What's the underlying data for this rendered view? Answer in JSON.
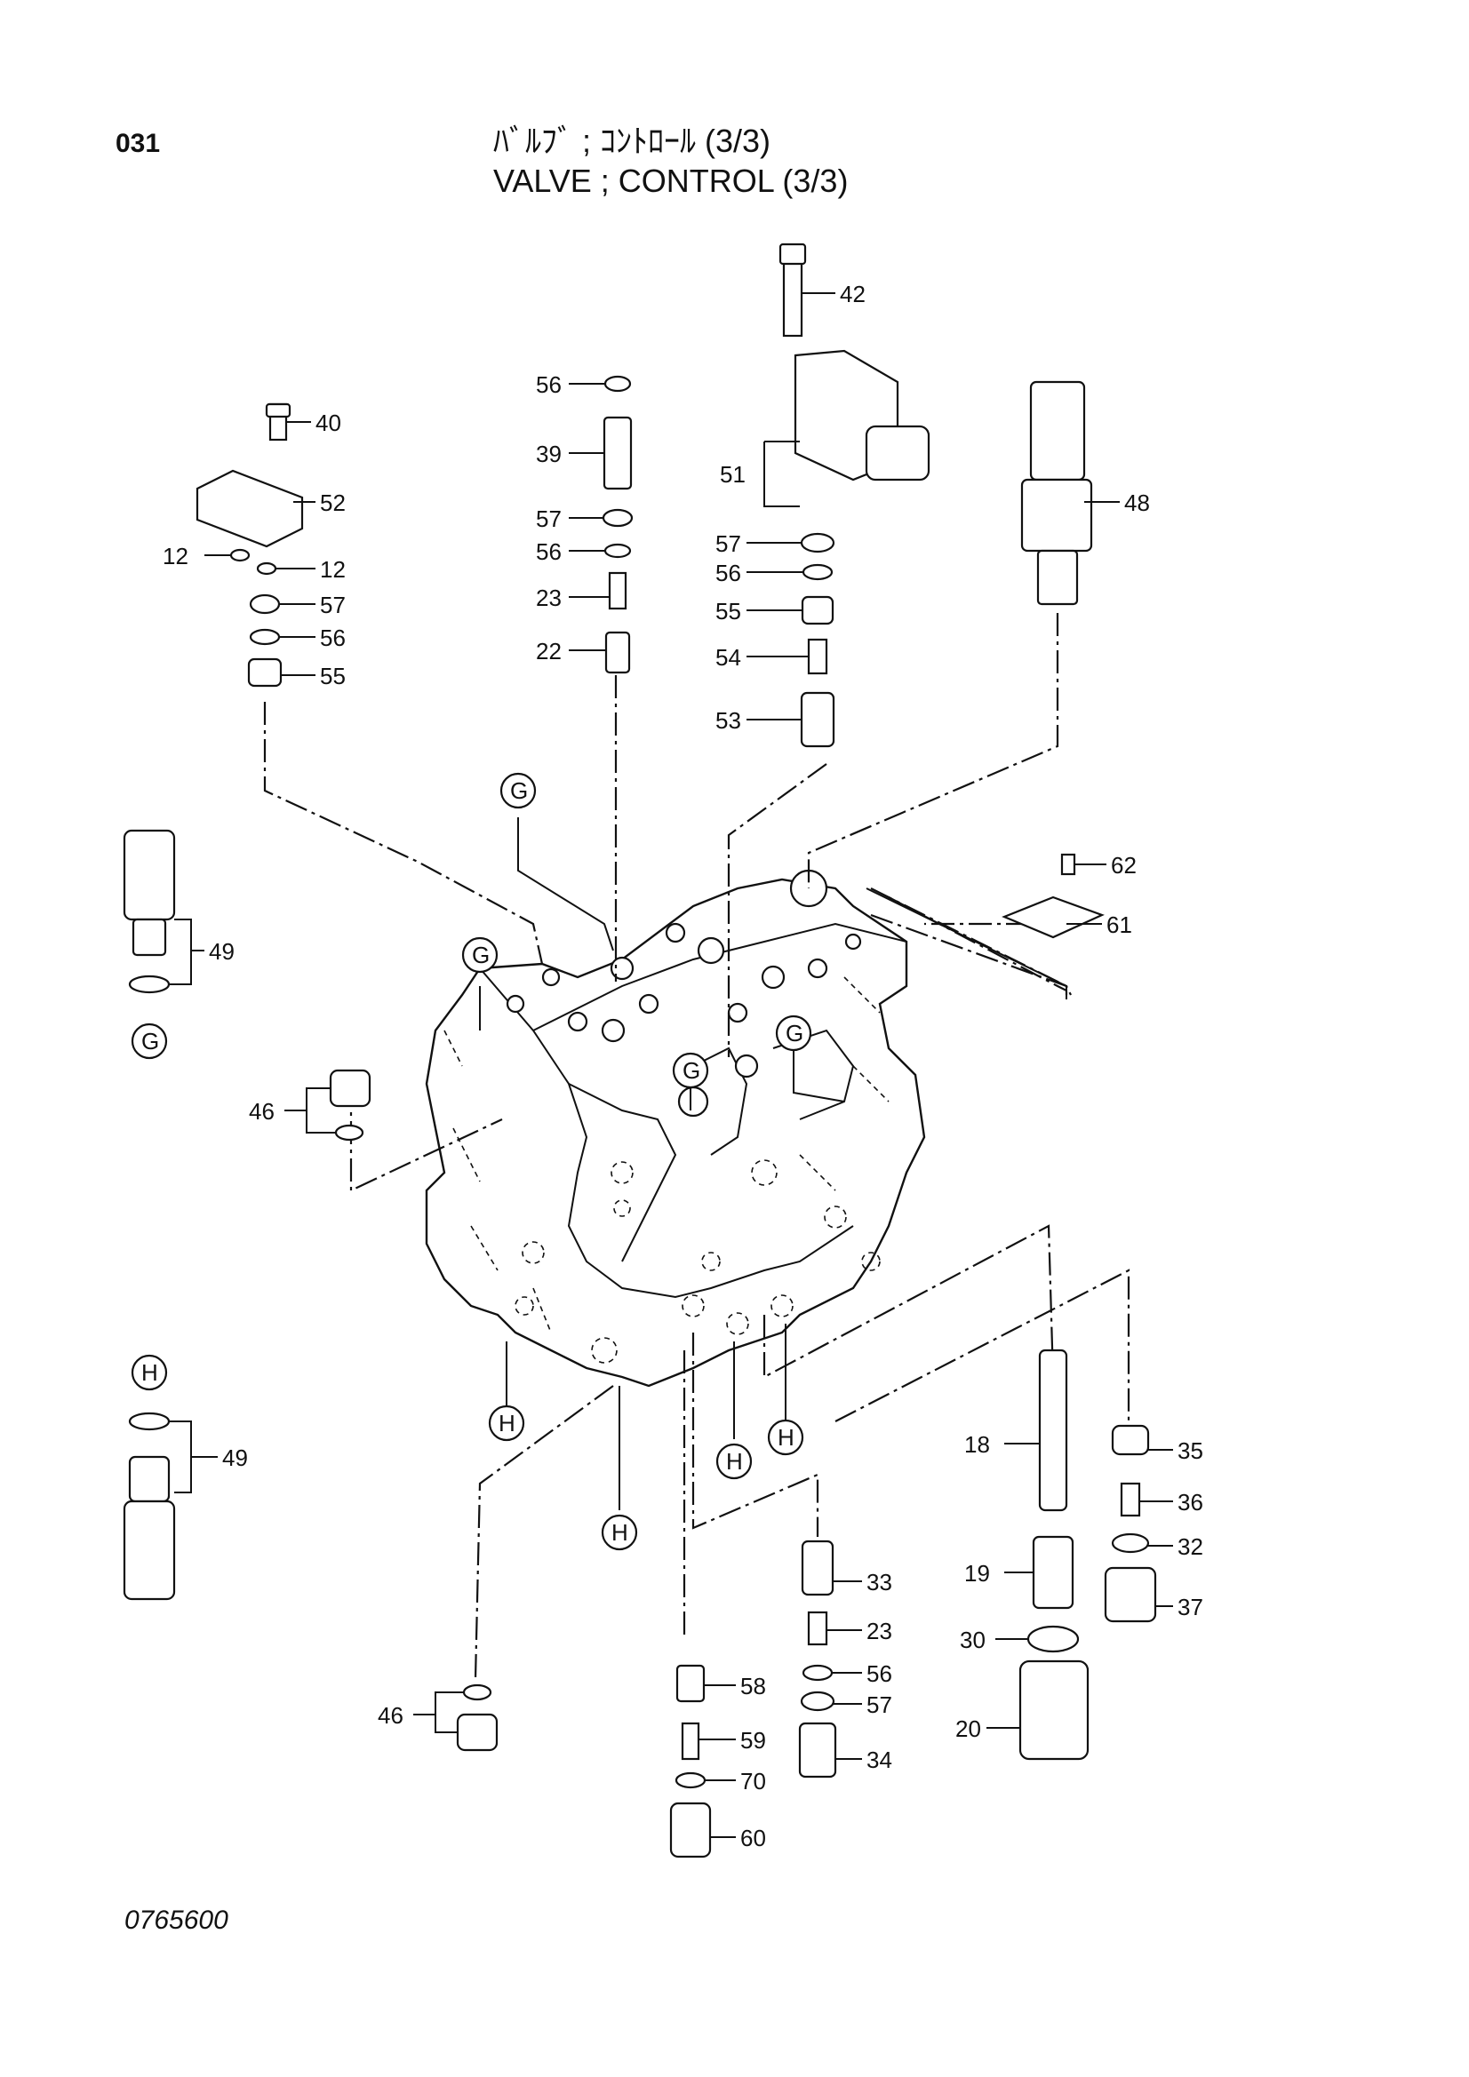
{
  "page_number": "031",
  "title_jp": "ﾊﾞﾙﾌﾞ ; ｺﾝﾄﾛｰﾙ (3/3)",
  "title_en": "VALVE ; CONTROL (3/3)",
  "figure_number": "0765600",
  "callouts": {
    "c40": "40",
    "c52": "52",
    "c12a": "12",
    "c12b": "12",
    "c57a": "57",
    "c56a": "56",
    "c55a": "55",
    "c56b": "56",
    "c39": "39",
    "c57b": "57",
    "c56c": "56",
    "c23a": "23",
    "c22": "22",
    "c42": "42",
    "c51": "51",
    "c57c": "57",
    "c56d": "56",
    "c55b": "55",
    "c54": "54",
    "c53": "53",
    "c48": "48",
    "c62": "62",
    "c61": "61",
    "c49a": "49",
    "c46a": "46",
    "c49b": "49",
    "c46b": "46",
    "c18": "18",
    "c35": "35",
    "c36": "36",
    "c19": "19",
    "c32": "32",
    "c37": "37",
    "c30": "30",
    "c20": "20",
    "c33": "33",
    "c23b": "23",
    "c56e": "56",
    "c57d": "57",
    "c34": "34",
    "c58": "58",
    "c59": "59",
    "c70": "70",
    "c60": "60"
  },
  "markers": {
    "g1": "G",
    "g2": "G",
    "g3": "G",
    "g4": "G",
    "g5": "G",
    "h1": "H",
    "h2": "H",
    "h3": "H",
    "h4": "H",
    "h5": "H",
    "h6": "H"
  }
}
